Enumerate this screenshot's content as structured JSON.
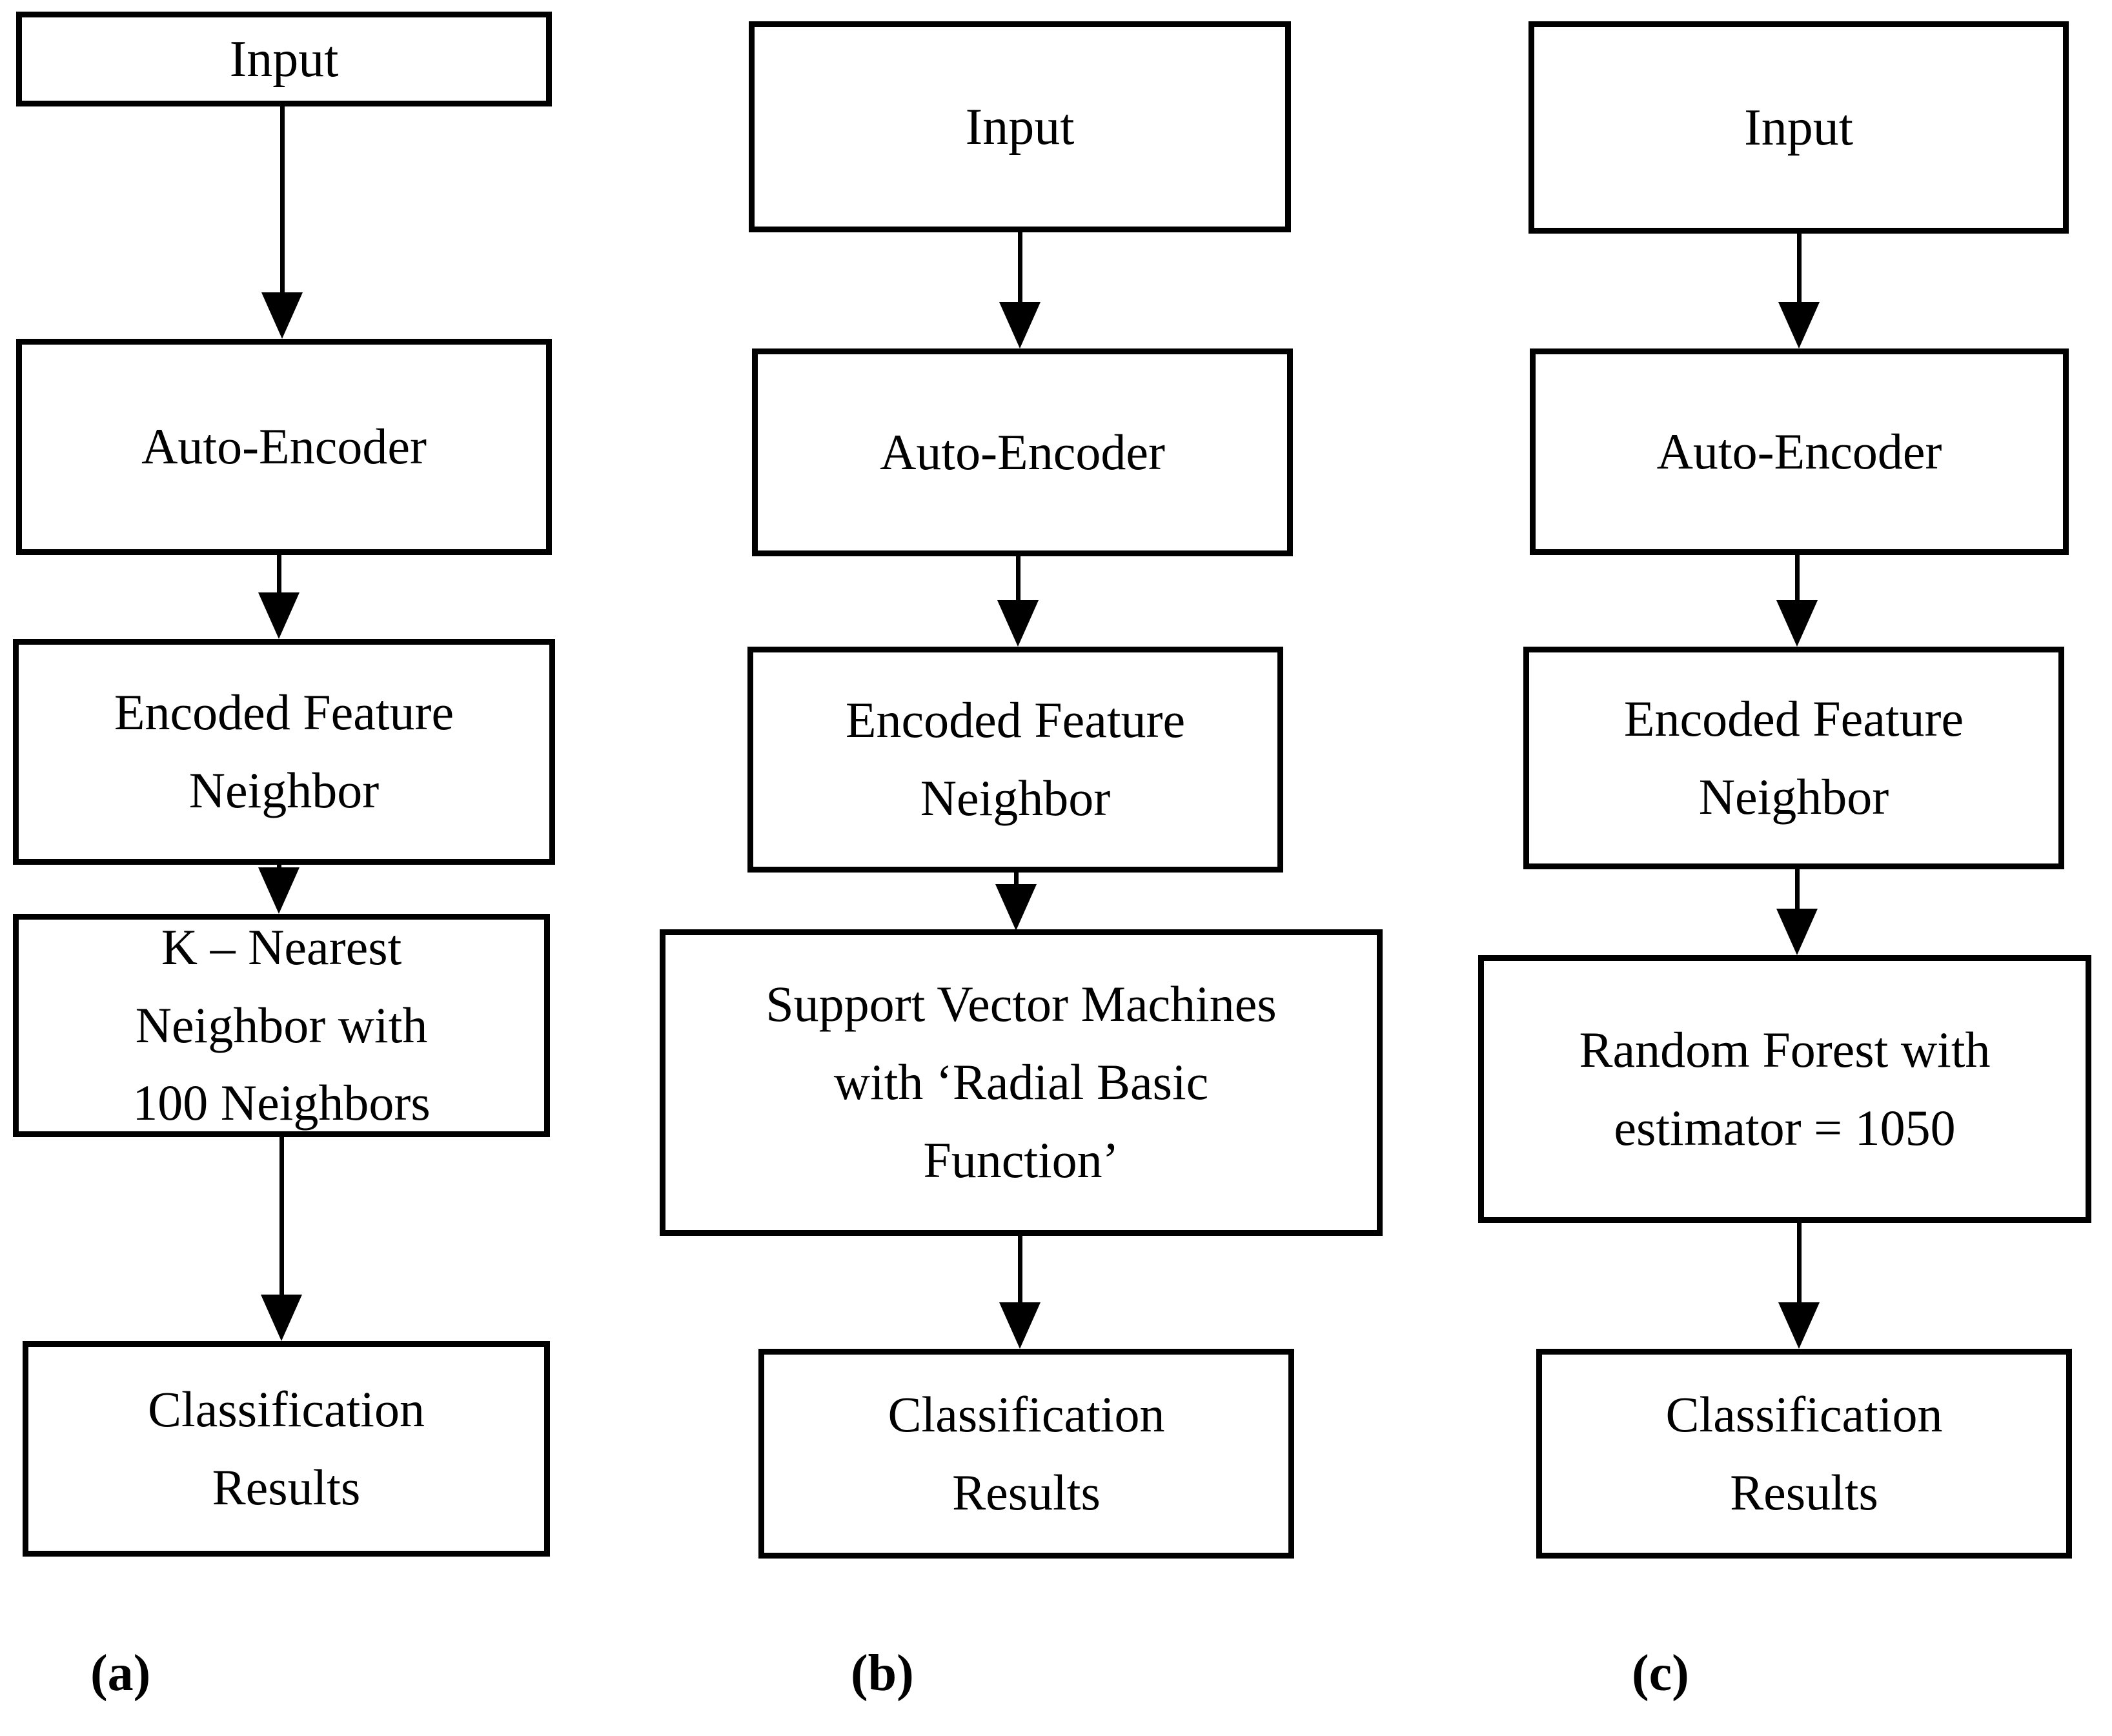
{
  "figure": {
    "kind": "flowchart",
    "orientation": "top-to-bottom",
    "panel_count": 3
  },
  "panels": [
    {
      "id": "a",
      "caption": "(a)",
      "nodes": [
        {
          "id": "input",
          "lines": [
            "Input"
          ]
        },
        {
          "id": "auto-encoder",
          "lines": [
            "Auto-Encoder"
          ]
        },
        {
          "id": "encoded-feature",
          "lines": [
            "Encoded Feature",
            "Neighbor"
          ]
        },
        {
          "id": "classifier",
          "lines": [
            "K – Nearest",
            "Neighbor with",
            "100 Neighbors"
          ]
        },
        {
          "id": "results",
          "lines": [
            "Classification",
            "Results"
          ]
        }
      ]
    },
    {
      "id": "b",
      "caption": "(b)",
      "nodes": [
        {
          "id": "input",
          "lines": [
            "Input"
          ]
        },
        {
          "id": "auto-encoder",
          "lines": [
            "Auto-Encoder"
          ]
        },
        {
          "id": "encoded-feature",
          "lines": [
            "Encoded Feature",
            "Neighbor"
          ]
        },
        {
          "id": "classifier",
          "lines": [
            "Support Vector Machines",
            "with ‘Radial Basic",
            "Function’"
          ]
        },
        {
          "id": "results",
          "lines": [
            "Classification",
            "Results"
          ]
        }
      ]
    },
    {
      "id": "c",
      "caption": "(c)",
      "nodes": [
        {
          "id": "input",
          "lines": [
            "Input"
          ]
        },
        {
          "id": "auto-encoder",
          "lines": [
            "Auto-Encoder"
          ]
        },
        {
          "id": "encoded-feature",
          "lines": [
            "Encoded Feature",
            "Neighbor"
          ]
        },
        {
          "id": "classifier",
          "lines": [
            "Random Forest with",
            "estimator = 1050"
          ]
        },
        {
          "id": "results",
          "lines": [
            "Classification",
            "Results"
          ]
        }
      ]
    }
  ],
  "colors": {
    "background": "#ffffff",
    "stroke": "#000000",
    "text": "#000000"
  }
}
